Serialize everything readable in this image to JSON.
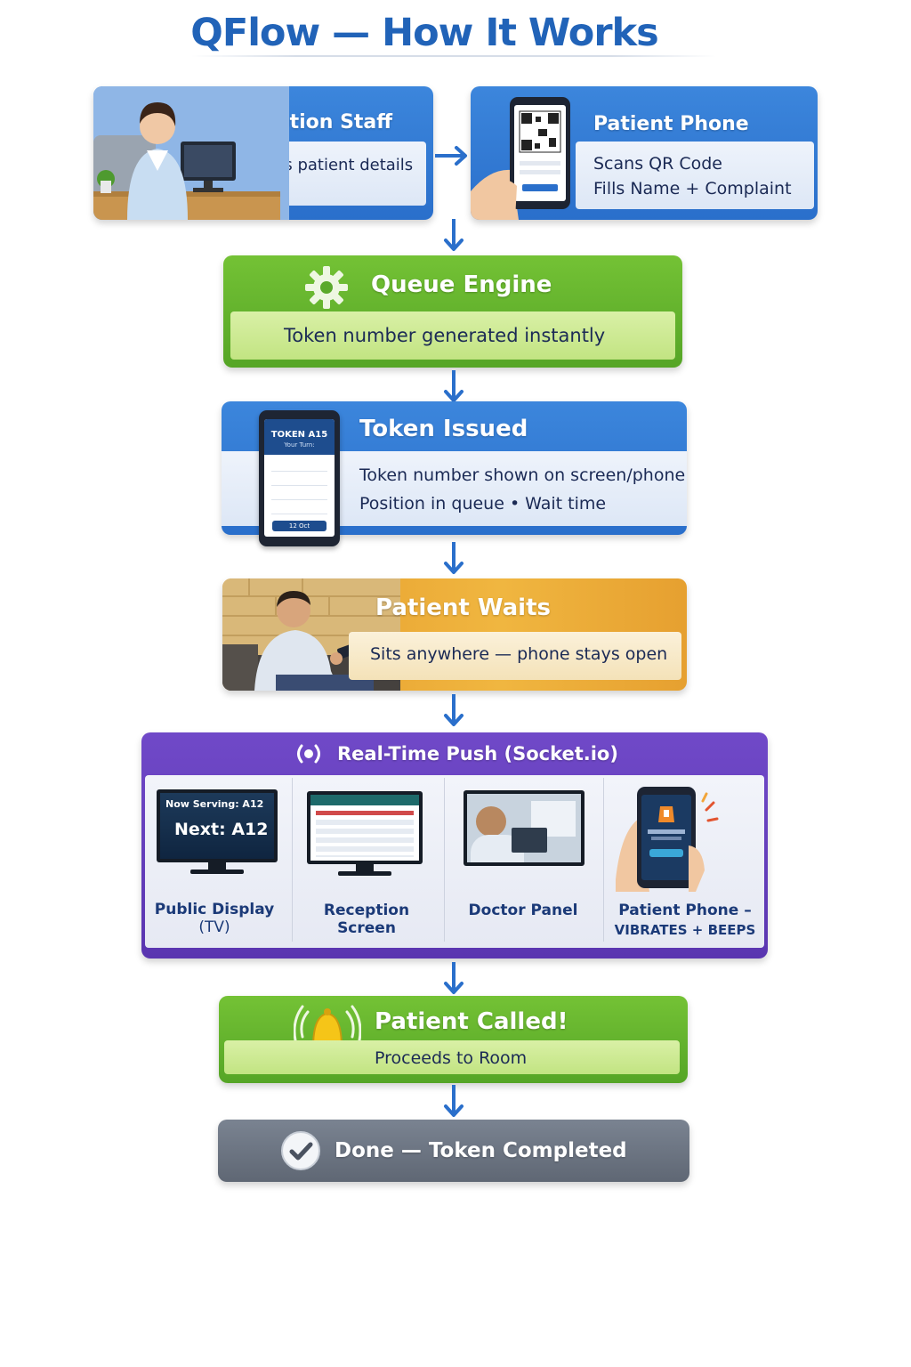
{
  "title": "QFlow — How It Works",
  "colors": {
    "title": "#2163b8",
    "blue": "#2a6fcb",
    "green": "#55a526",
    "orange": "#e59a2a",
    "purple": "#5a35b0",
    "gray": "#6c7480",
    "arrow": "#2a6fcb"
  },
  "reception_staff": {
    "title": "Reception Staff",
    "text": "Types patient details"
  },
  "patient_phone": {
    "title": "Patient Phone",
    "line1": "Scans QR Code",
    "line2": "Fills Name + Complaint"
  },
  "queue_engine": {
    "title": "Queue Engine",
    "text": "Token number generated instantly",
    "icon": "gear-icon"
  },
  "token_issued": {
    "title": "Token Issued",
    "line1": "Token number shown on screen/phone",
    "line2": "Position in queue • Wait time",
    "phone_token": "TOKEN A15",
    "phone_sub": "Your Turn:",
    "phone_button": "12 Oct"
  },
  "patient_waits": {
    "title": "Patient Waits",
    "text": "Sits anywhere — phone stays open"
  },
  "realtime": {
    "title": "Real-Time Push (Socket.io)",
    "icon": "broadcast-icon",
    "items": [
      {
        "label": "Public Display",
        "sub": "(TV)",
        "tv_line1": "Now Serving: A12",
        "tv_line2": "Next: A12"
      },
      {
        "label": "Reception Screen",
        "sub": ""
      },
      {
        "label": "Doctor Panel",
        "sub": ""
      },
      {
        "label": "Patient Phone –",
        "sub": "VIBRATES + BEEPS"
      }
    ]
  },
  "patient_called": {
    "title": "Patient Called!",
    "text": "Proceeds to Room",
    "icon": "bell-icon"
  },
  "done": {
    "title": "Done — Token Completed",
    "icon": "check-icon"
  }
}
